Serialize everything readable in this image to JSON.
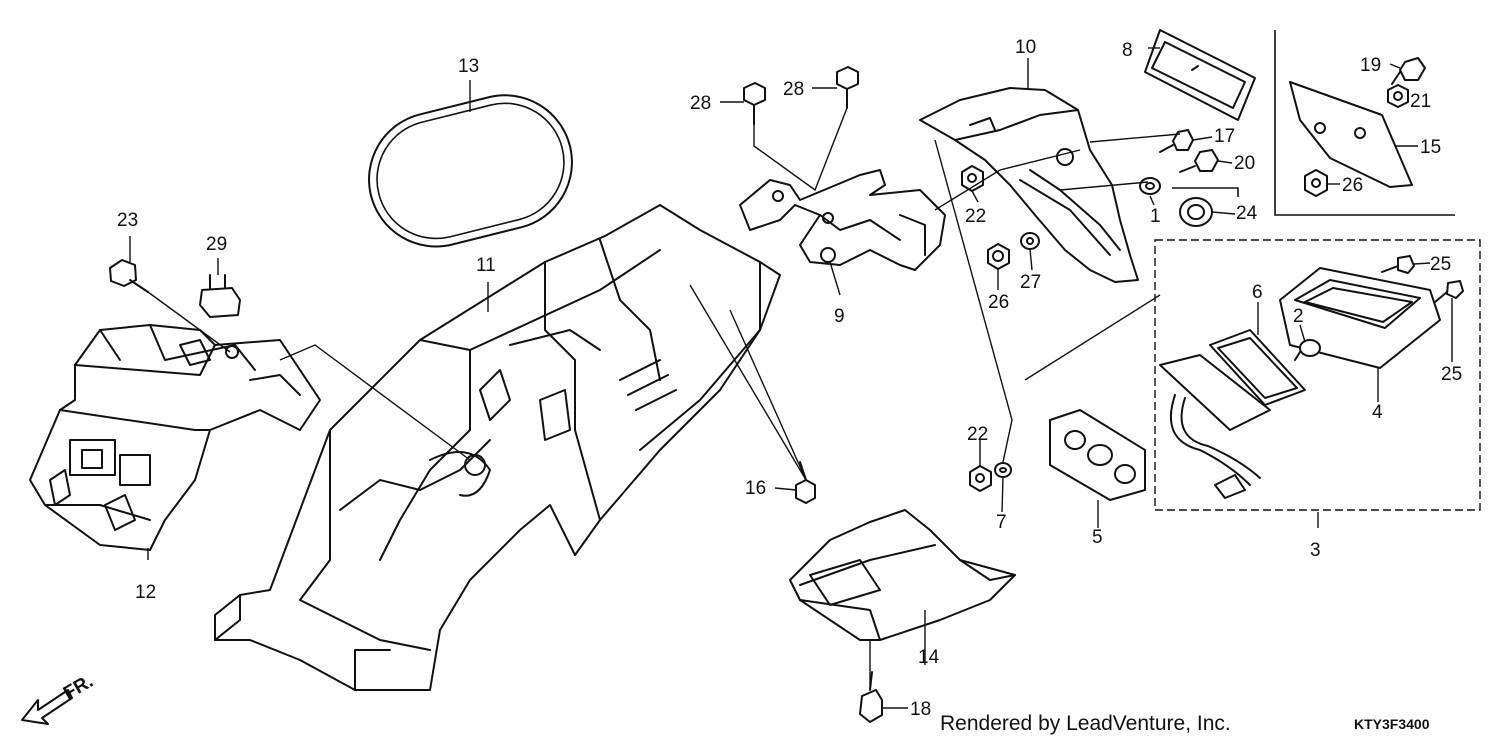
{
  "footer": {
    "credit": "Rendered by LeadVenture, Inc.",
    "diagram_code": "KTY3F3400"
  },
  "front_arrow_label": "FR.",
  "callouts": [
    {
      "id": "c1",
      "label": "1"
    },
    {
      "id": "c2",
      "label": "2"
    },
    {
      "id": "c3",
      "label": "3"
    },
    {
      "id": "c4",
      "label": "4"
    },
    {
      "id": "c5",
      "label": "5"
    },
    {
      "id": "c6",
      "label": "6"
    },
    {
      "id": "c7",
      "label": "7"
    },
    {
      "id": "c8",
      "label": "8"
    },
    {
      "id": "c9",
      "label": "9"
    },
    {
      "id": "c10",
      "label": "10"
    },
    {
      "id": "c11",
      "label": "11"
    },
    {
      "id": "c12",
      "label": "12"
    },
    {
      "id": "c13",
      "label": "13"
    },
    {
      "id": "c14",
      "label": "14"
    },
    {
      "id": "c15",
      "label": "15"
    },
    {
      "id": "c16",
      "label": "16"
    },
    {
      "id": "c17",
      "label": "17"
    },
    {
      "id": "c18",
      "label": "18"
    },
    {
      "id": "c19",
      "label": "19"
    },
    {
      "id": "c20",
      "label": "20"
    },
    {
      "id": "c21",
      "label": "21"
    },
    {
      "id": "c22a",
      "label": "22"
    },
    {
      "id": "c22b",
      "label": "22"
    },
    {
      "id": "c23",
      "label": "23"
    },
    {
      "id": "c24",
      "label": "24"
    },
    {
      "id": "c25a",
      "label": "25"
    },
    {
      "id": "c25b",
      "label": "25"
    },
    {
      "id": "c26a",
      "label": "26"
    },
    {
      "id": "c26b",
      "label": "26"
    },
    {
      "id": "c27",
      "label": "27"
    },
    {
      "id": "c28a",
      "label": "28"
    },
    {
      "id": "c28b",
      "label": "28"
    },
    {
      "id": "c29",
      "label": "29"
    }
  ]
}
